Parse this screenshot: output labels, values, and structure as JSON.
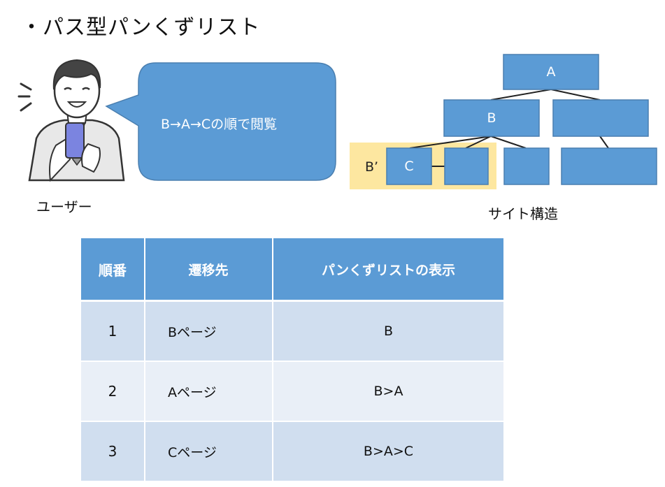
{
  "title": "・パス型パンくずリスト",
  "user": {
    "label": "ユーザー",
    "speech": "B→A→Cの順で閲覧"
  },
  "site": {
    "label": "サイト構造",
    "nodes": {
      "a": "A",
      "b": "B",
      "c": "C"
    },
    "highlight_label": "B’"
  },
  "table": {
    "headers": [
      "順番",
      "遷移先",
      "パンくずリストの表示"
    ],
    "rows": [
      {
        "order": "1",
        "destination": "Bページ",
        "display": "B"
      },
      {
        "order": "2",
        "destination": "Aページ",
        "display": "B>A"
      },
      {
        "order": "3",
        "destination": "Cページ",
        "display": "B>A>C"
      }
    ]
  },
  "colors": {
    "node_fill": "#5b9bd5",
    "node_stroke": "#4a7fb0",
    "highlight": "#fde7a0",
    "header": "#5b9bd5",
    "row_dark": "#d0deef",
    "row_light": "#e9eff7",
    "phone": "#7b84e0"
  }
}
